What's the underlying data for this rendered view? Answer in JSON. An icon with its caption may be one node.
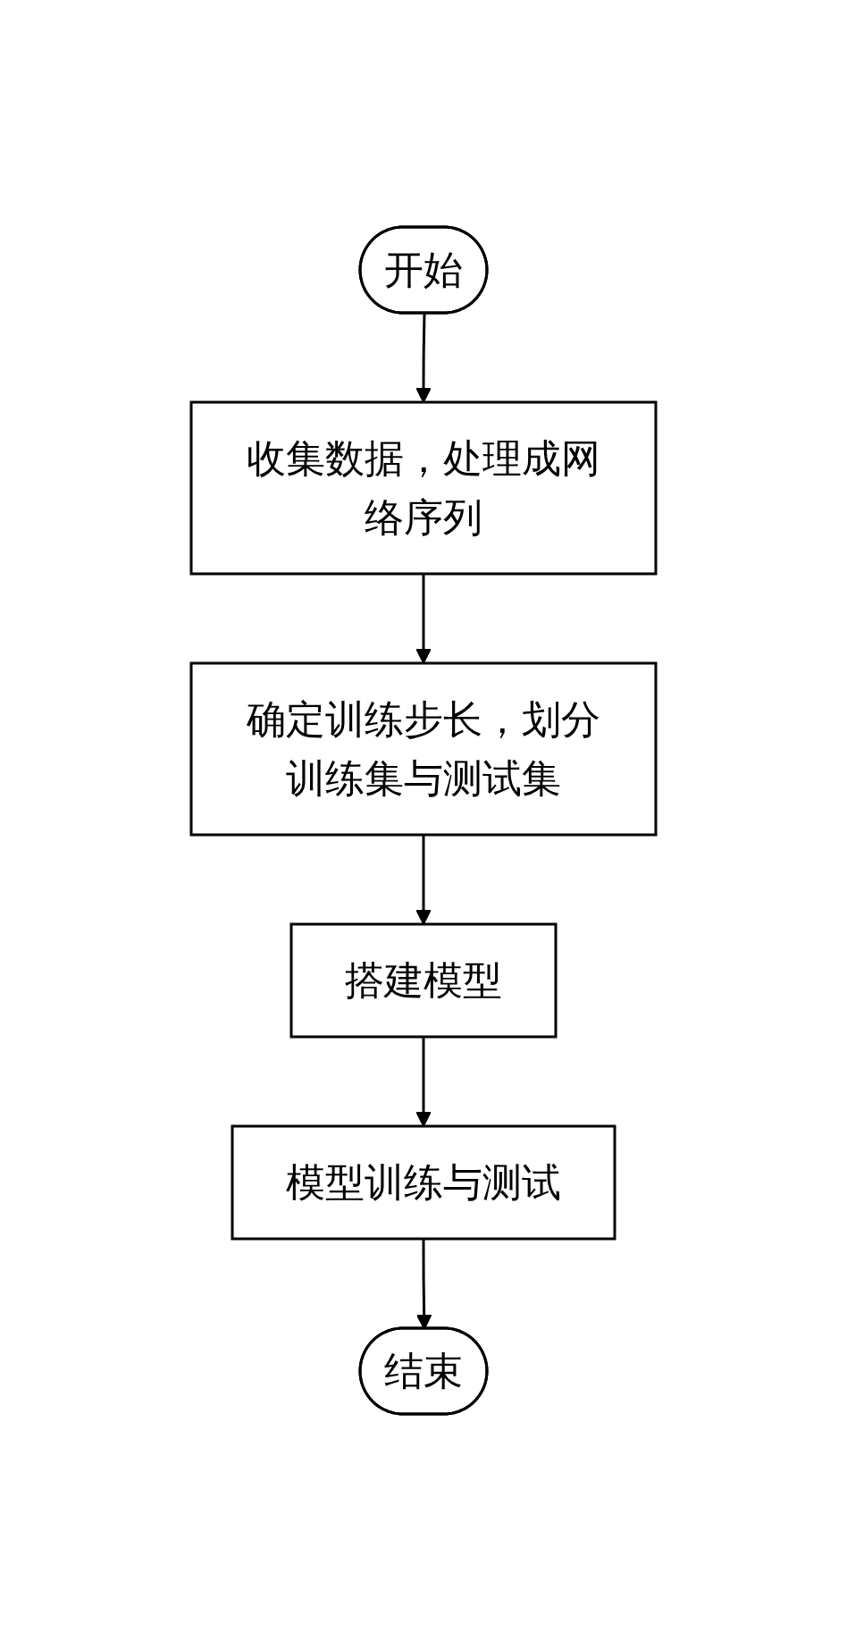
{
  "diagram": {
    "nodes": [
      {
        "text": [
          "开始"
        ]
      },
      {
        "text": [
          "收集数据，处理成网络序列"
        ]
      },
      {
        "text": [
          "确定训练步长，划分训练集与测试集"
        ]
      },
      {
        "text": [
          "搭建模型"
        ]
      },
      {
        "text": [
          "模型训练与测试"
        ]
      },
      {
        "text": [
          "结束"
        ]
      }
    ],
    "edges": [
      {
        "from": 0,
        "to": 1,
        "arrow": "to"
      },
      {
        "from": 1,
        "to": 2,
        "arrow": "to"
      },
      {
        "from": 2,
        "to": 3,
        "arrow": "to"
      },
      {
        "from": 3,
        "to": 4,
        "arrow": "to"
      },
      {
        "from": 4,
        "to": 5,
        "arrow": "to"
      }
    ]
  }
}
